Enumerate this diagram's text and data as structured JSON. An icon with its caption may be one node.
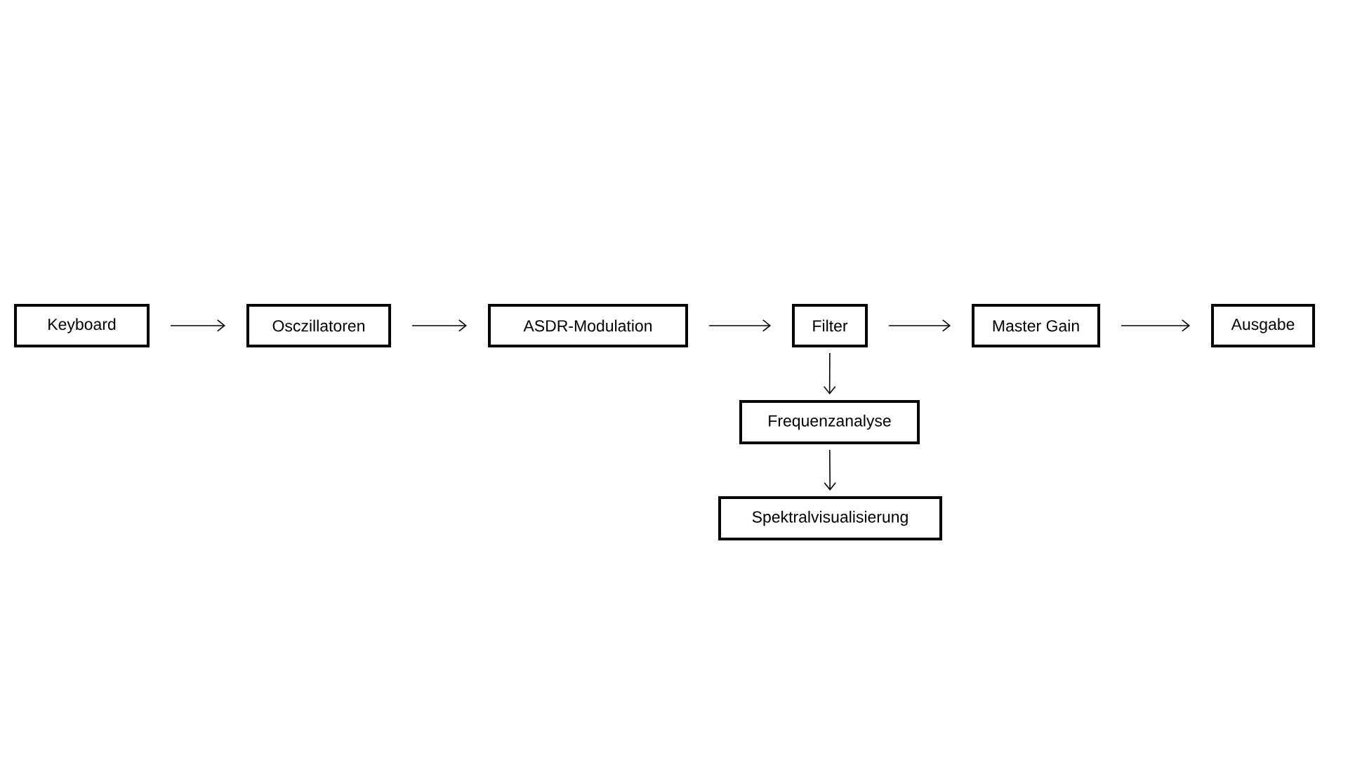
{
  "diagram": {
    "nodes": [
      {
        "text": [
          "Keyboard"
        ]
      },
      {
        "text": [
          "Osczillatoren"
        ]
      },
      {
        "text": [
          "ASDR-Modulation"
        ]
      },
      {
        "text": [
          "Filter"
        ]
      },
      {
        "text": [
          "Master Gain"
        ]
      },
      {
        "text": [
          "Ausgabe"
        ]
      },
      {
        "text": [
          "Frequenzanalyse"
        ]
      },
      {
        "text": [
          "Spektralvisualisierung"
        ]
      }
    ],
    "edges": [
      {
        "from": 0,
        "to": 1,
        "arrow": "to"
      },
      {
        "from": 1,
        "to": 2,
        "arrow": "to"
      },
      {
        "from": 2,
        "to": 3,
        "arrow": "to"
      },
      {
        "from": 3,
        "to": 4,
        "arrow": "to"
      },
      {
        "from": 4,
        "to": 5,
        "arrow": "to"
      },
      {
        "from": 3,
        "to": 6,
        "arrow": "to"
      },
      {
        "from": 6,
        "to": 7,
        "arrow": "to"
      }
    ]
  }
}
